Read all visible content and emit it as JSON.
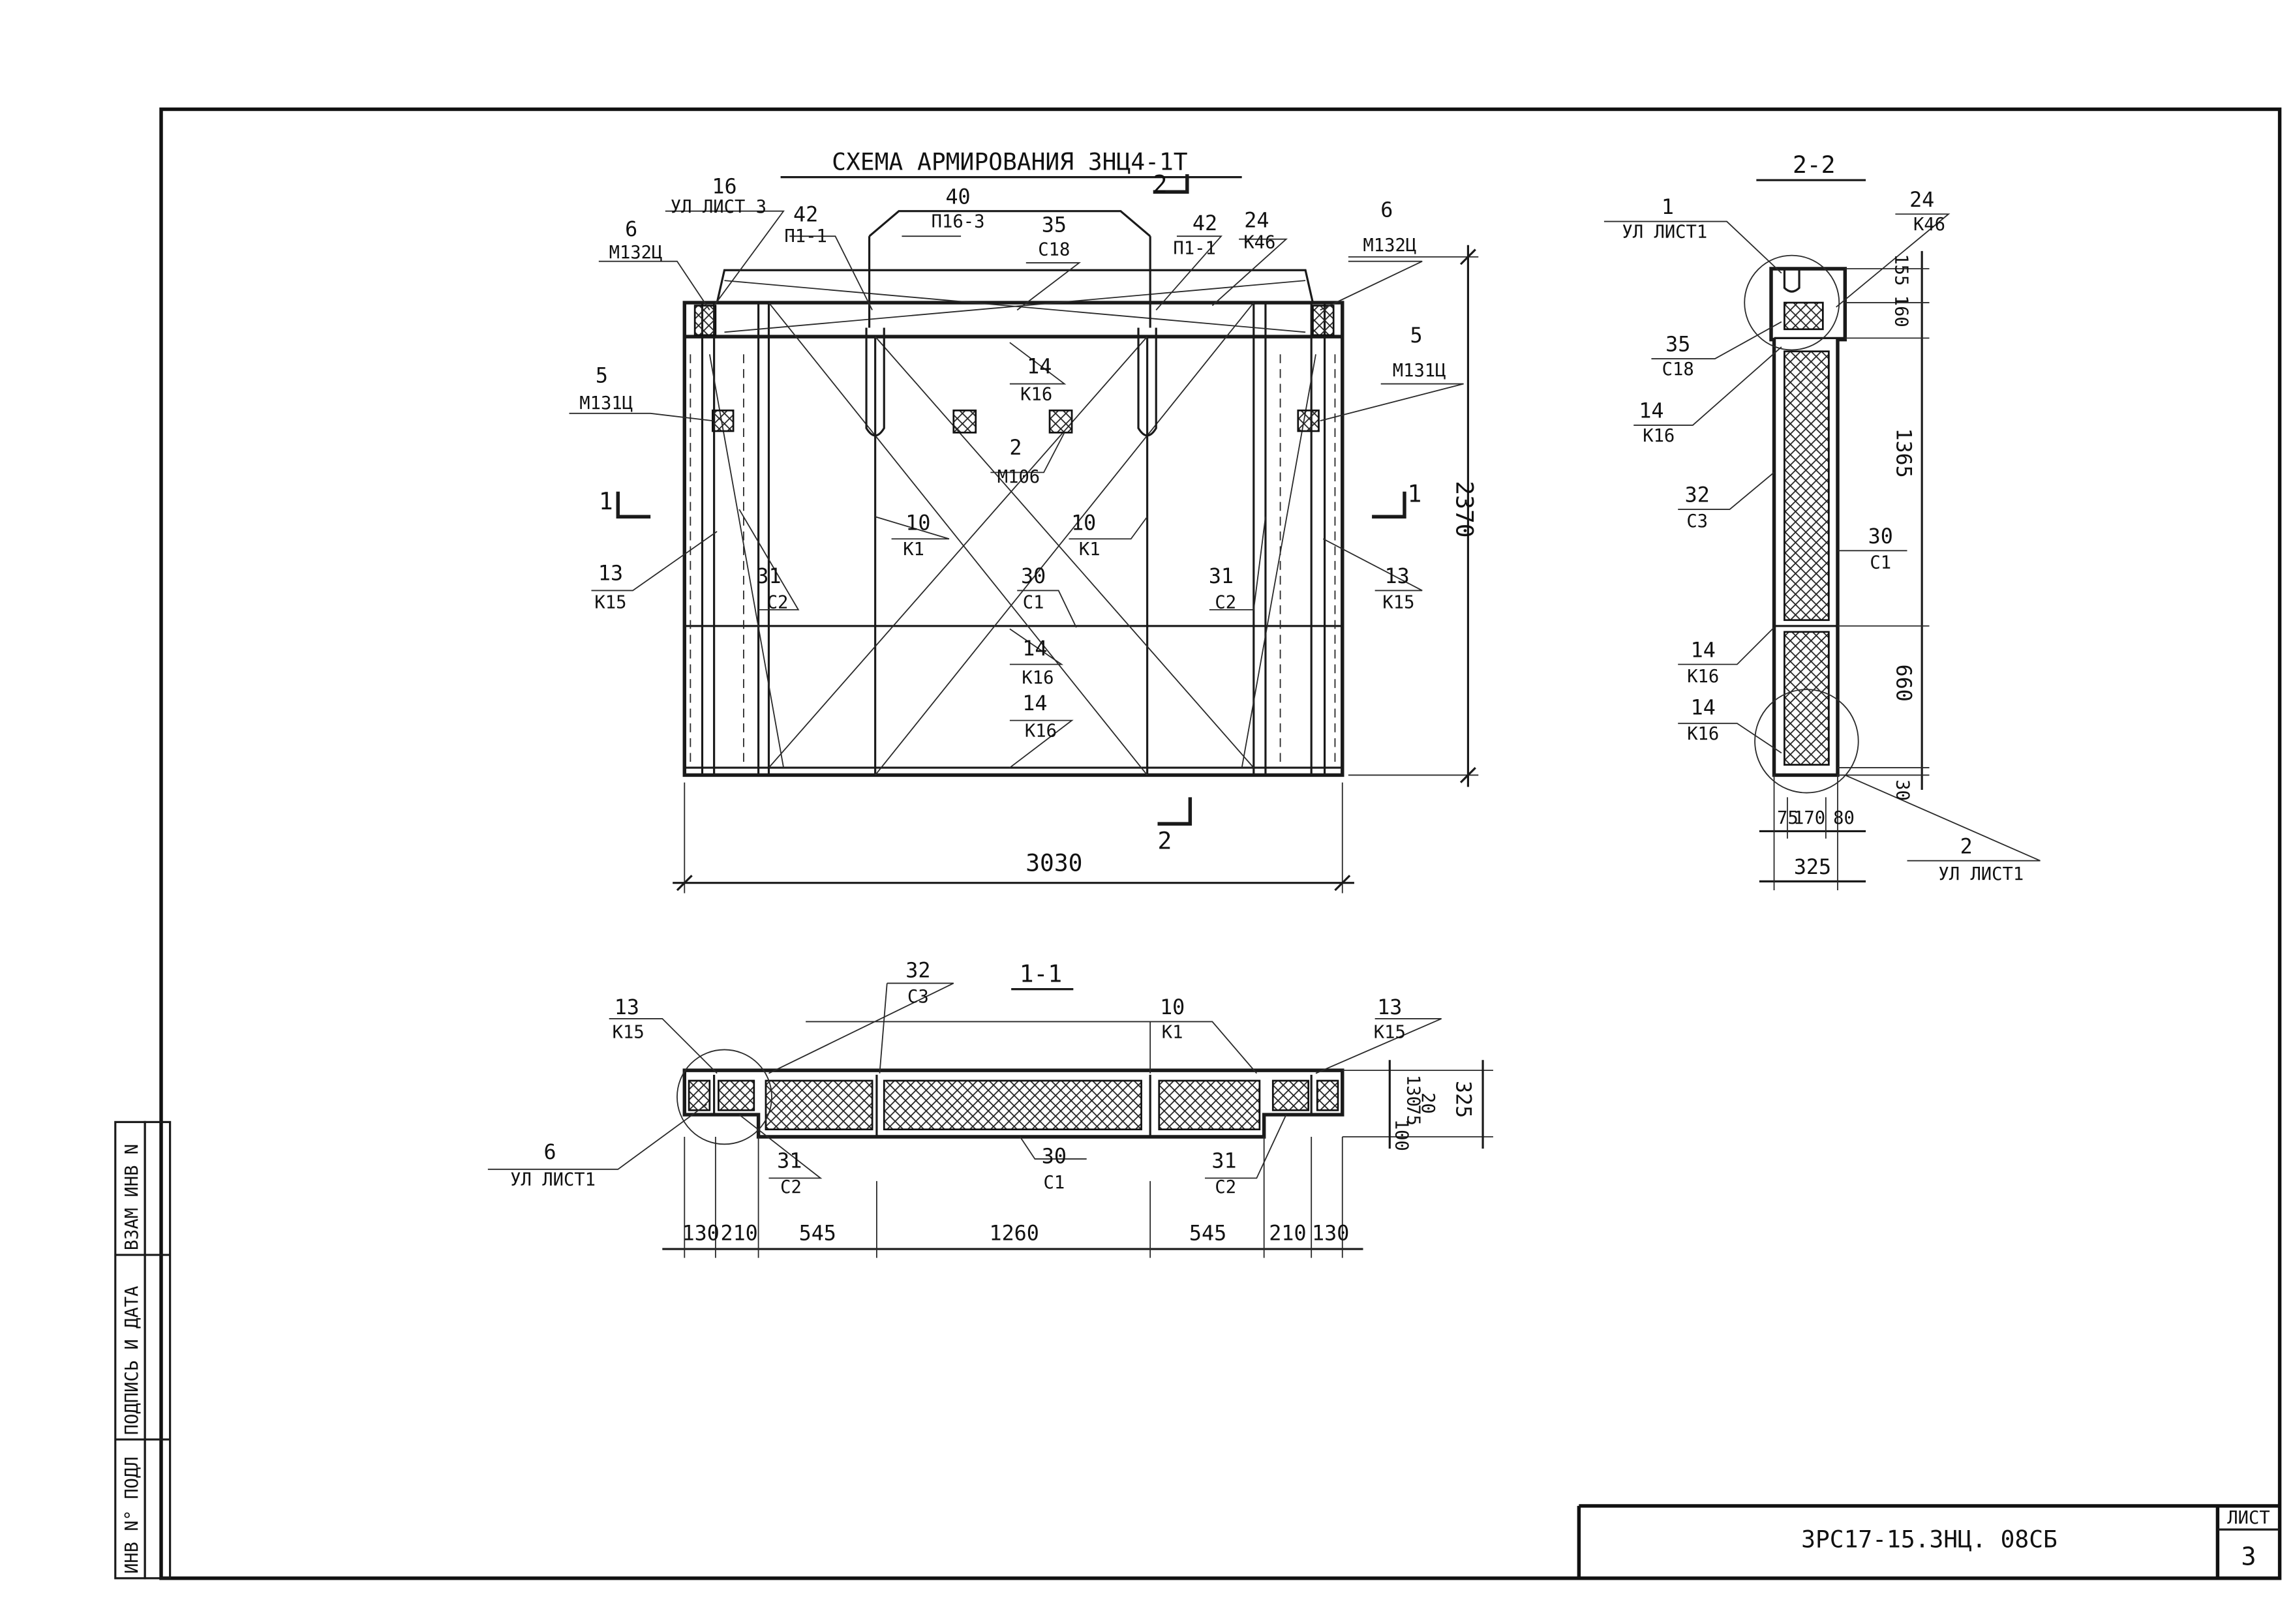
{
  "titles": {
    "main_view": "СХЕМА АРМИРОВАНИЯ ЗНЦ4-1Т",
    "section_1": "1-1",
    "section_2": "2-2"
  },
  "section_markers": {
    "cut_1": "1",
    "cut_2": "2"
  },
  "main_view": {
    "labels": [
      {
        "num": "16",
        "code": "УЛ ЛИСТ 3"
      },
      {
        "num": "42",
        "code": "П1-1"
      },
      {
        "num": "40",
        "code": "П16-3"
      },
      {
        "num": "35",
        "code": "С18"
      },
      {
        "num": "42",
        "code": "П1-1"
      },
      {
        "num": "24",
        "code": "К46"
      },
      {
        "num": "6",
        "code": "М132Ц"
      },
      {
        "num": "6",
        "code": "М132Ц"
      },
      {
        "num": "5",
        "code": "М131Ц"
      },
      {
        "num": "5",
        "code": "М131Ц"
      },
      {
        "num": "14",
        "code": "К16"
      },
      {
        "num": "2",
        "code": "М106"
      },
      {
        "num": "10",
        "code": "К1"
      },
      {
        "num": "10",
        "code": "К1"
      },
      {
        "num": "13",
        "code": "К15"
      },
      {
        "num": "31",
        "code": "С2"
      },
      {
        "num": "30",
        "code": "С1"
      },
      {
        "num": "31",
        "code": "С2"
      },
      {
        "num": "13",
        "code": "К15"
      },
      {
        "num": "14",
        "code": "К16"
      },
      {
        "num": "14",
        "code": "К16"
      }
    ],
    "dim_width": "3030",
    "dim_height": "2370"
  },
  "section_1_1": {
    "labels": [
      {
        "num": "13",
        "code": "К15"
      },
      {
        "num": "32",
        "code": "С3"
      },
      {
        "num": "10",
        "code": "К1"
      },
      {
        "num": "13",
        "code": "К15"
      },
      {
        "num": "6",
        "code": "УЛ ЛИСТ1"
      },
      {
        "num": "31",
        "code": "С2"
      },
      {
        "num": "30",
        "code": "С1"
      },
      {
        "num": "31",
        "code": "С2"
      }
    ],
    "dims_horizontal": [
      "130",
      "210",
      "545",
      "1260",
      "545",
      "210",
      "130"
    ],
    "dims_vertical": [
      "130",
      "75",
      "20",
      "100",
      "325"
    ]
  },
  "section_2_2": {
    "labels": [
      {
        "num": "1",
        "code": "УЛ ЛИСТ1"
      },
      {
        "num": "24",
        "code": "К46"
      },
      {
        "num": "35",
        "code": "С18"
      },
      {
        "num": "14",
        "code": "К16"
      },
      {
        "num": "32",
        "code": "С3"
      },
      {
        "num": "30",
        "code": "С1"
      },
      {
        "num": "14",
        "code": "К16"
      },
      {
        "num": "14",
        "code": "К16"
      },
      {
        "num": "2",
        "code": "УЛ ЛИСТ1"
      }
    ],
    "dims_vertical": [
      "155",
      "160",
      "1365",
      "660",
      "30"
    ],
    "dims_horizontal": [
      "75",
      "170",
      "80",
      "325"
    ]
  },
  "side_stamp": {
    "cells": [
      "ИНВ N° ПОДЛ",
      "ПОДПИСЬ И ДАТА",
      "ВЗАМ ИНВ N"
    ]
  },
  "title_block": {
    "doc_code": "ЗРС17-15.ЗНЦ. 08СБ",
    "sheet_label": "ЛИСТ",
    "sheet_number": "3"
  }
}
